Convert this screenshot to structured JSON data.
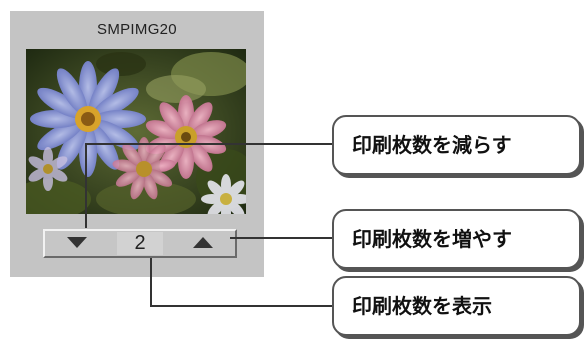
{
  "panel": {
    "title": "SMPIMG20",
    "image_alt": "flowers-photo",
    "stepper": {
      "down_icon": "triangle-down-icon",
      "count": "2",
      "up_icon": "triangle-up-icon"
    }
  },
  "callouts": {
    "decrease": "印刷枚数を減らす",
    "increase": "印刷枚数を増やす",
    "display": "印刷枚数を表示"
  },
  "colors": {
    "panel_bg": "#c4c4c4",
    "stepper_bg": "#c6c6c6",
    "line": "#333333",
    "callout_border": "#555555"
  }
}
